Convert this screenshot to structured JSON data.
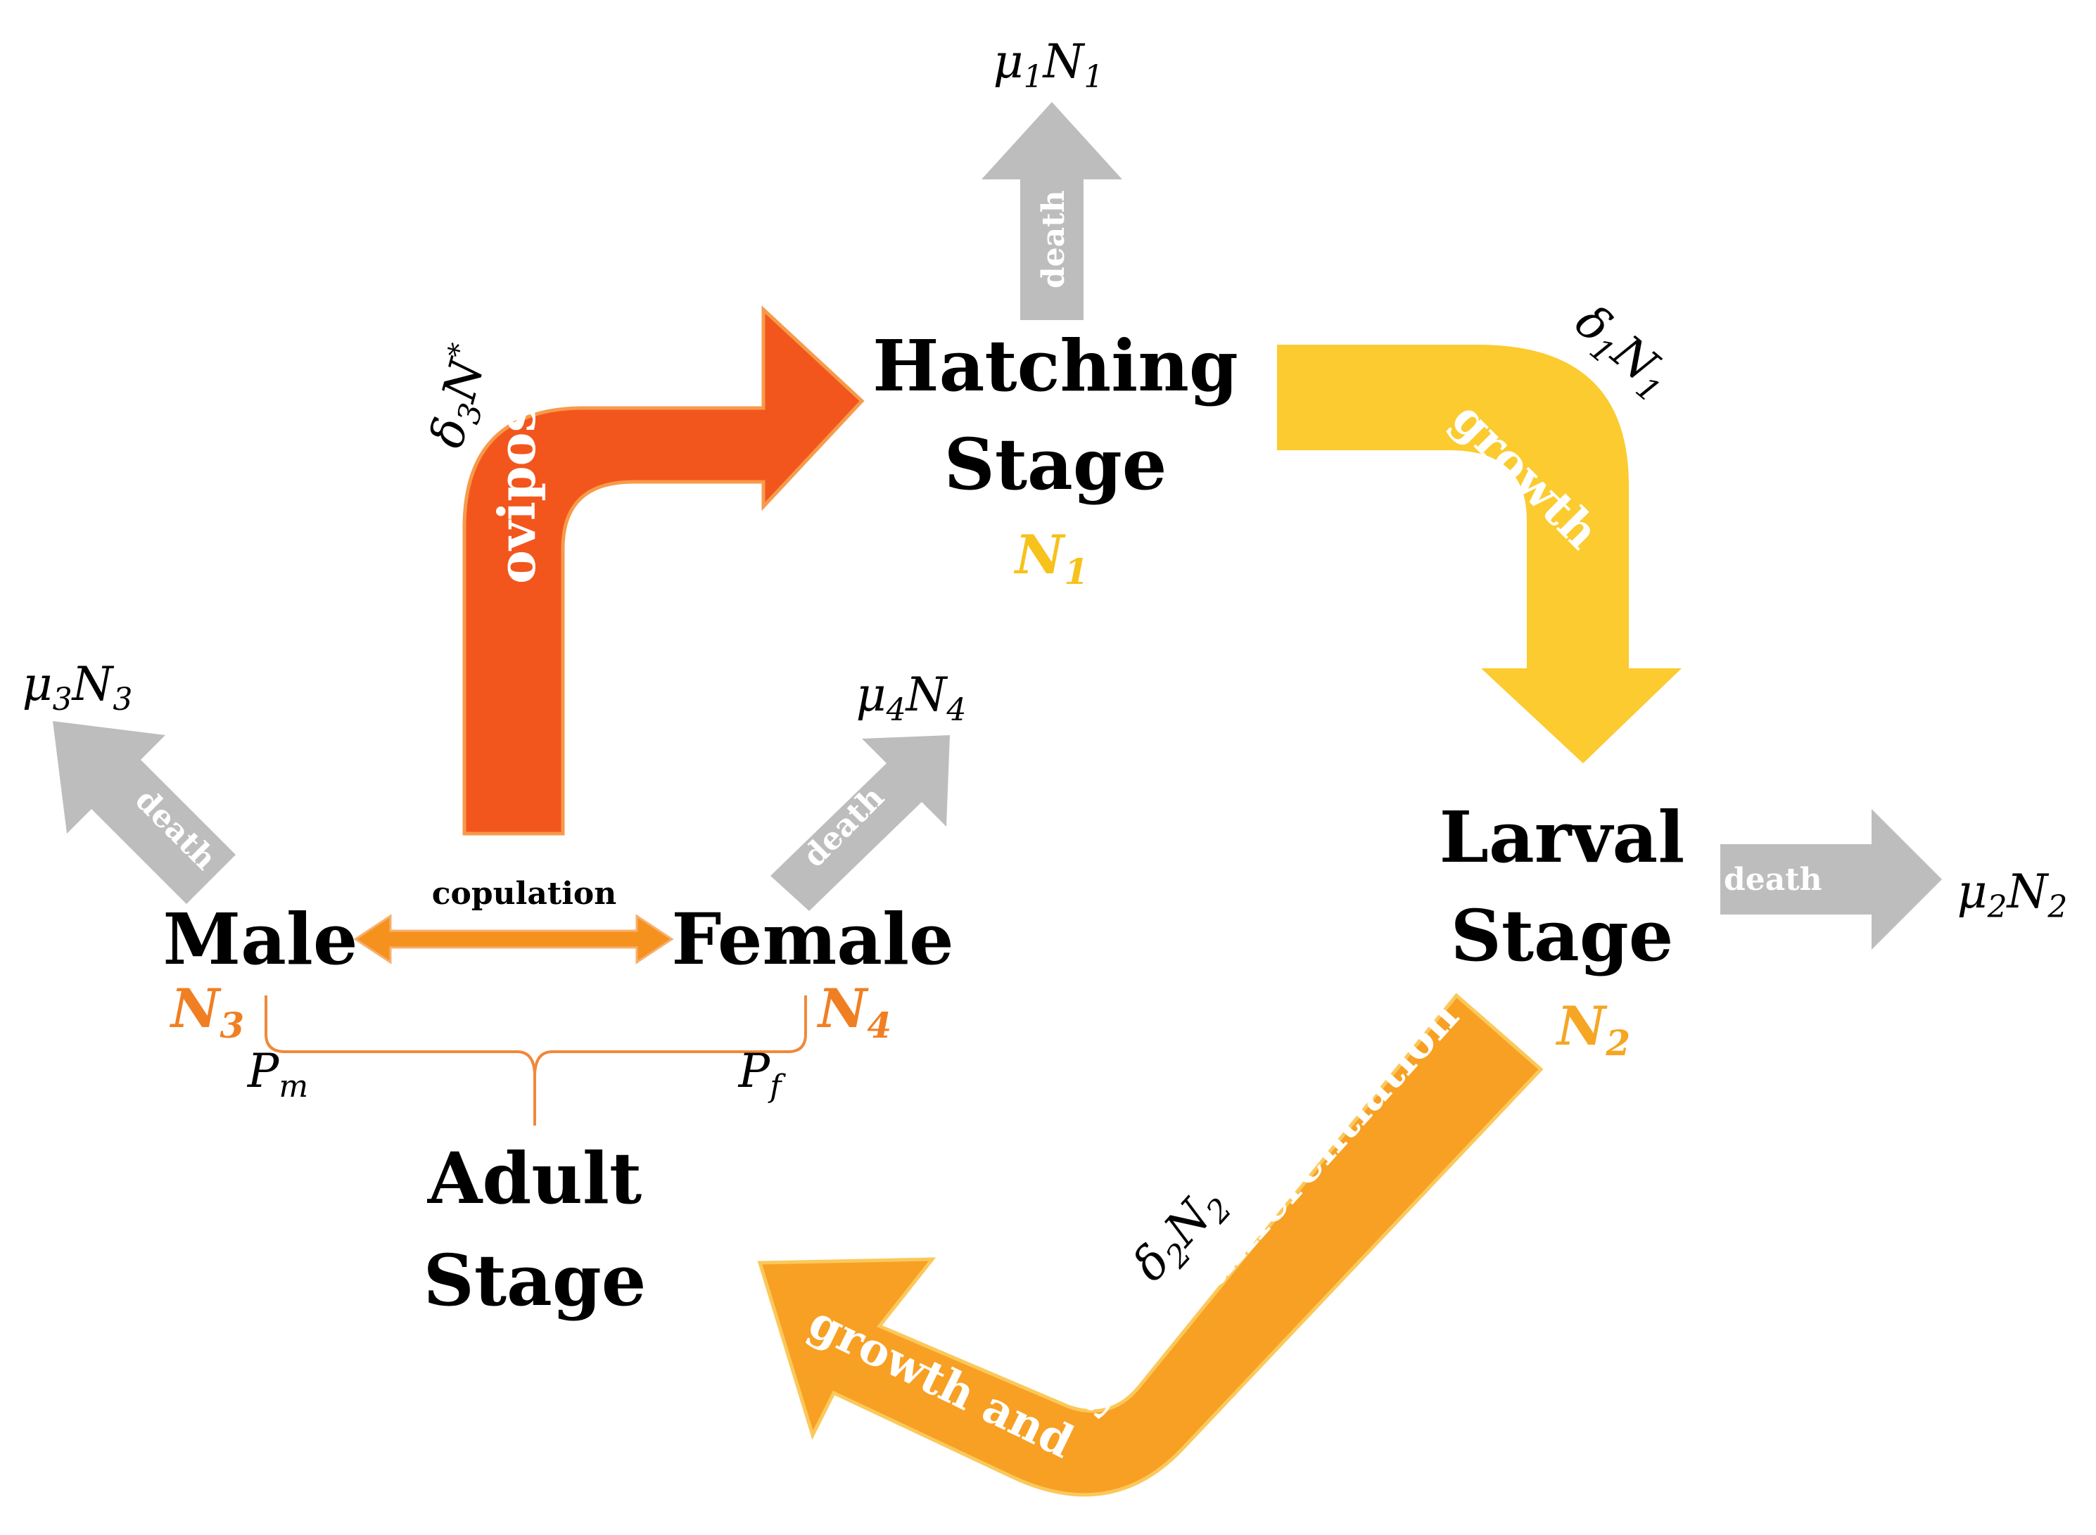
{
  "colors": {
    "oviposition": "#F2561D",
    "growth": "#FBCB2F",
    "differentiation": "#F7A023",
    "death": "#BDBDBD",
    "copulation": "#F5921E",
    "n1": "#F6C21B",
    "n2": "#F6A623",
    "n34": "#F07F23",
    "bracket": "#F0893A"
  },
  "stages": {
    "hatching": {
      "line1": "Hatching",
      "line2": "Stage",
      "var": "N",
      "sub": "1"
    },
    "larval": {
      "line1": "Larval",
      "line2": "Stage",
      "var": "N",
      "sub": "2"
    },
    "adult": {
      "line1": "Adult",
      "line2": "Stage"
    },
    "male": {
      "label": "Male",
      "var": "N",
      "sub": "3"
    },
    "female": {
      "label": "Female",
      "var": "N",
      "sub": "4"
    }
  },
  "flows": {
    "oviposition": {
      "label": "oviposition",
      "rate": "δ",
      "rate_sub": "3",
      "rate_var": "N",
      "rate_sup": "*"
    },
    "growth": {
      "label": "growth",
      "rate": "δ",
      "rate_sub": "1",
      "rate_var": "N",
      "rate_var_sub": "1"
    },
    "differentiation": {
      "label": "growth and sexual differentiation",
      "rate": "δ",
      "rate_sub": "2",
      "rate_var": "N",
      "rate_var_sub": "2"
    },
    "copulation": {
      "label": "copulation"
    }
  },
  "deaths": [
    {
      "id": "hatching",
      "label": "death",
      "rate": "μ",
      "sub": "1",
      "var": "N",
      "var_sub": "1"
    },
    {
      "id": "larval",
      "label": "death",
      "rate": "μ",
      "sub": "2",
      "var": "N",
      "var_sub": "2"
    },
    {
      "id": "male",
      "label": "death",
      "rate": "μ",
      "sub": "3",
      "var": "N",
      "var_sub": "3"
    },
    {
      "id": "female",
      "label": "death",
      "rate": "μ",
      "sub": "4",
      "var": "N",
      "var_sub": "4"
    }
  ],
  "proportions": {
    "male": {
      "var": "P",
      "sub": "m"
    },
    "female": {
      "var": "P",
      "sub": "f"
    }
  }
}
